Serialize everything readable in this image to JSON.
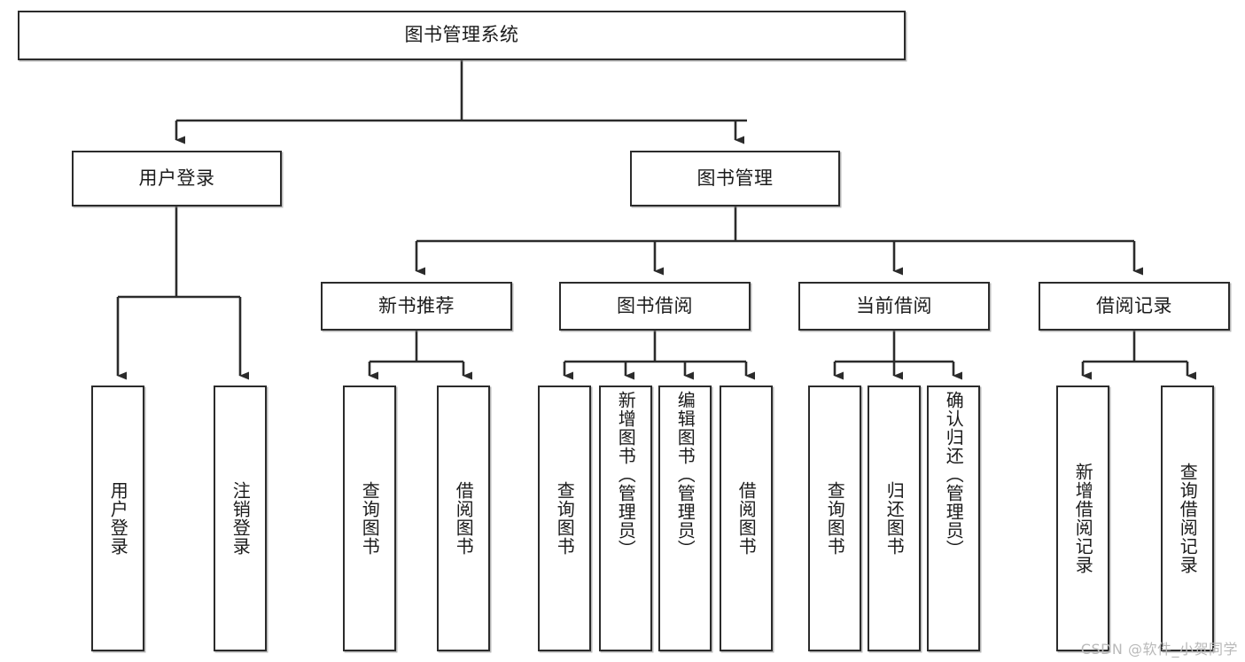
{
  "diagram": {
    "type": "tree",
    "title": "图书管理系统",
    "orientation": "top-down",
    "colors": {
      "box_border": "#2b2b2b",
      "box_fill": "#ffffff",
      "connector": "#2b2b2b",
      "text": "#1b1b1b",
      "watermark": "#b9b9b9",
      "background": "#ffffff"
    },
    "root": {
      "id": "root",
      "label": "图书管理系统",
      "text_orientation": "horizontal"
    },
    "level2": [
      {
        "id": "user-login",
        "label": "用户登录",
        "text_orientation": "horizontal"
      },
      {
        "id": "book-management",
        "label": "图书管理",
        "text_orientation": "horizontal"
      }
    ],
    "level3": [
      {
        "id": "new-book-recommend",
        "label": "新书推荐",
        "parent": "book-management",
        "text_orientation": "horizontal"
      },
      {
        "id": "book-borrow",
        "label": "图书借阅",
        "parent": "book-management",
        "text_orientation": "horizontal"
      },
      {
        "id": "current-borrow",
        "label": "当前借阅",
        "parent": "book-management",
        "text_orientation": "horizontal"
      },
      {
        "id": "borrow-record",
        "label": "借阅记录",
        "parent": "book-management",
        "text_orientation": "horizontal"
      }
    ],
    "leaves": [
      {
        "id": "leaf-user-login",
        "label": "用户登录",
        "parent": "user-login",
        "text_orientation": "vertical"
      },
      {
        "id": "leaf-user-logout",
        "label": "注销登录",
        "parent": "user-login",
        "text_orientation": "vertical"
      },
      {
        "id": "leaf-query-book-1",
        "label": "查询图书",
        "parent": "new-book-recommend",
        "text_orientation": "vertical"
      },
      {
        "id": "leaf-borrow-book-1",
        "label": "借阅图书",
        "parent": "new-book-recommend",
        "text_orientation": "vertical"
      },
      {
        "id": "leaf-query-book-2",
        "label": "查询图书",
        "parent": "book-borrow",
        "text_orientation": "vertical"
      },
      {
        "id": "leaf-add-book",
        "label": "新增图书（管理员）",
        "parent": "book-borrow",
        "text_orientation": "vertical"
      },
      {
        "id": "leaf-edit-book",
        "label": "编辑图书（管理员）",
        "parent": "book-borrow",
        "text_orientation": "vertical"
      },
      {
        "id": "leaf-borrow-book-2",
        "label": "借阅图书",
        "parent": "book-borrow",
        "text_orientation": "vertical"
      },
      {
        "id": "leaf-query-book-3",
        "label": "查询图书",
        "parent": "current-borrow",
        "text_orientation": "vertical"
      },
      {
        "id": "leaf-return-book",
        "label": "归还图书",
        "parent": "current-borrow",
        "text_orientation": "vertical"
      },
      {
        "id": "leaf-confirm-return",
        "label": "确认归还（管理员）",
        "parent": "current-borrow",
        "text_orientation": "vertical"
      },
      {
        "id": "leaf-add-record",
        "label": "新增借阅记录",
        "parent": "borrow-record",
        "text_orientation": "vertical"
      },
      {
        "id": "leaf-query-record",
        "label": "查询借阅记录",
        "parent": "borrow-record",
        "text_orientation": "vertical"
      }
    ]
  },
  "watermark": {
    "text": "CSDN @软件_小贺同学"
  }
}
